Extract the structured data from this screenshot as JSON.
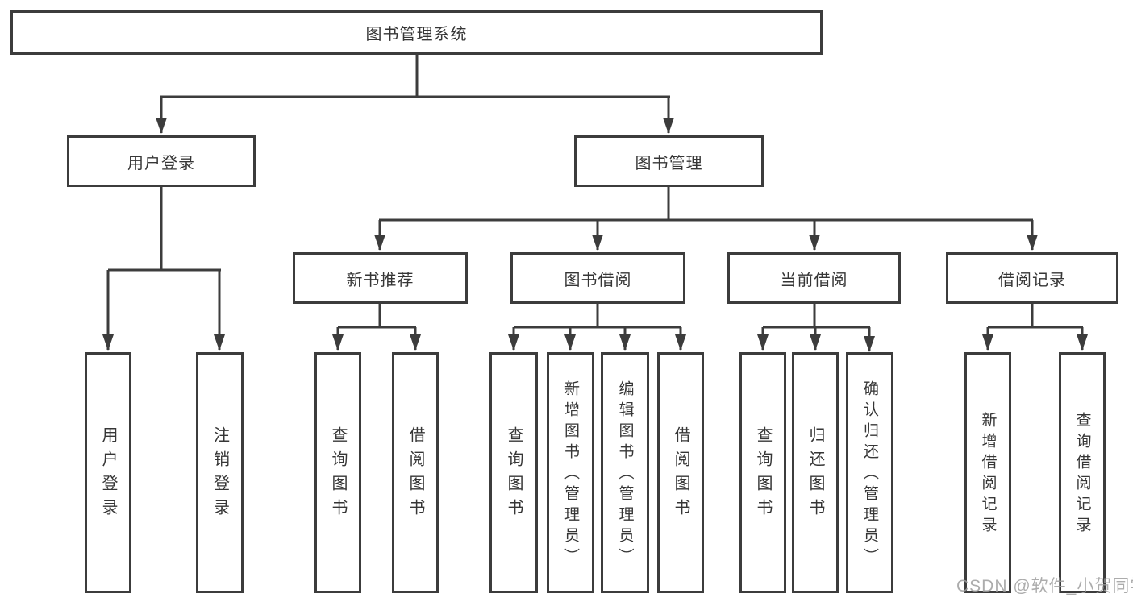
{
  "diagram": {
    "type": "functional-decomposition-tree",
    "root": {
      "label": "图书管理系统"
    },
    "branches": [
      {
        "label": "用户登录",
        "children": [
          {
            "label": "用户登录"
          },
          {
            "label": "注销登录"
          }
        ]
      },
      {
        "label": "图书管理",
        "children": [
          {
            "label": "新书推荐",
            "children": [
              {
                "label": "查询图书"
              },
              {
                "label": "借阅图书"
              }
            ]
          },
          {
            "label": "图书借阅",
            "children": [
              {
                "label": "查询图书"
              },
              {
                "label": "新增图书（管理员）"
              },
              {
                "label": "编辑图书（管理员）"
              },
              {
                "label": "借阅图书"
              }
            ]
          },
          {
            "label": "当前借阅",
            "children": [
              {
                "label": "查询图书"
              },
              {
                "label": "归还图书"
              },
              {
                "label": "确认归还（管理员）"
              }
            ]
          },
          {
            "label": "借阅记录",
            "children": [
              {
                "label": "新增借阅记录"
              },
              {
                "label": "查询借阅记录"
              }
            ]
          }
        ]
      }
    ]
  },
  "watermark": {
    "text": "CSDN @软件_小贺同学"
  },
  "colors": {
    "line": "#3c3c3c",
    "text": "#363636",
    "background": "#ffffff",
    "watermark": "#9e9e9e"
  }
}
